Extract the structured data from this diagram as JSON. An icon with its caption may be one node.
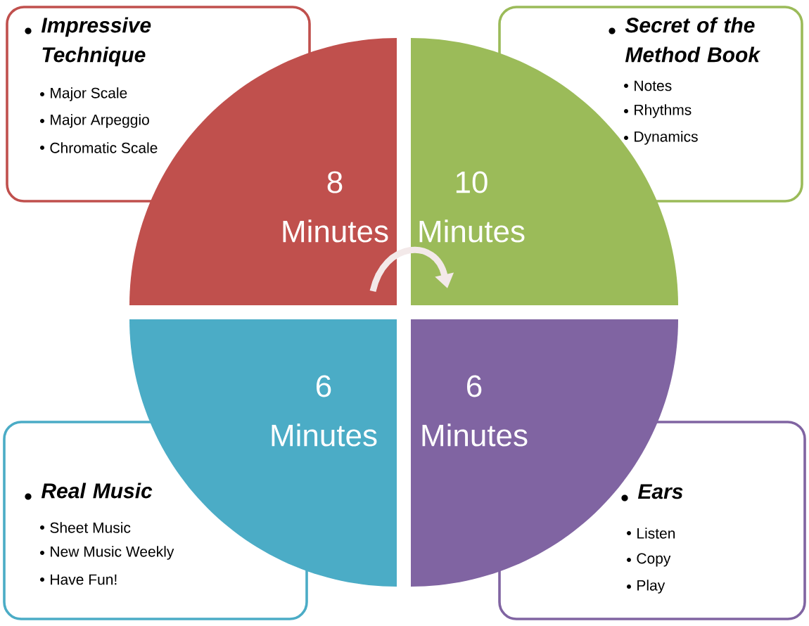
{
  "diagram": {
    "nodes": [
      {
        "text": [
          "Impressive Technique",
          "Major Scale",
          "Major Arpeggio",
          "Chromatic Scale"
        ]
      },
      {
        "text": [
          "Secret of the Method Book",
          "Notes",
          "Rhythms",
          "Dynamics"
        ]
      },
      {
        "text": [
          "8 Minutes"
        ]
      },
      {
        "text": [
          "10 Minutes"
        ]
      },
      {
        "text": [
          "6 Minutes"
        ]
      },
      {
        "text": [
          "6 Minutes"
        ]
      },
      {
        "text": [
          "Real Music",
          "Sheet Music",
          "New Music Weekly",
          "Have Fun!"
        ]
      },
      {
        "text": [
          "Ears",
          "Listen",
          "Copy",
          "Play"
        ]
      }
    ],
    "edges": [
      {
        "from": 2,
        "to": 3,
        "arrow": "to"
      }
    ]
  }
}
